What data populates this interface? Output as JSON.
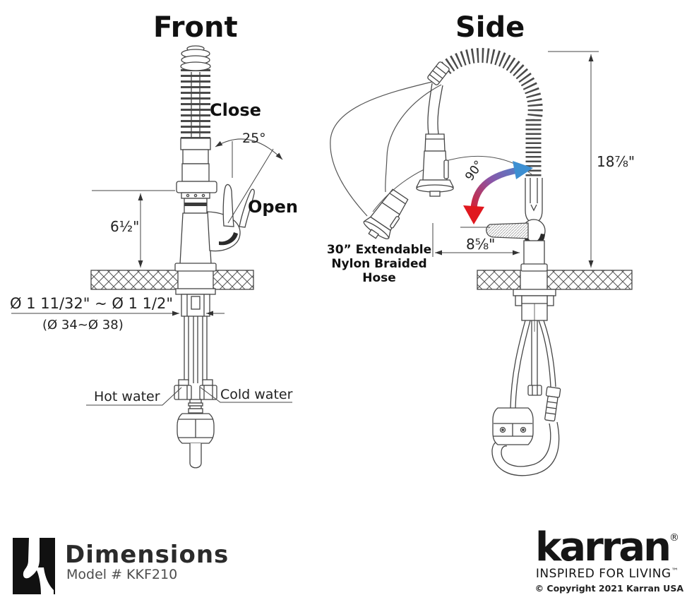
{
  "front_view": {
    "title": "Front",
    "labels": {
      "close": "Close",
      "open": "Open",
      "angle": "25°",
      "height": "6½\"",
      "hole_diameter_in": "Ø 1 11/32\" ~ Ø 1 1/2\"",
      "hole_diameter_mm": "(Ø 34~Ø 38)",
      "hot": "Hot water",
      "cold": "Cold water"
    }
  },
  "side_view": {
    "title": "Side",
    "labels": {
      "height": "18⅞\"",
      "reach": "8⅝\"",
      "swing_angle": "90°",
      "hose_line1": "30” Extendable",
      "hose_line2": "Nylon Braided",
      "hose_line3": "Hose"
    }
  },
  "footer": {
    "heading": "Dimensions",
    "model": "Model # KKF210",
    "brand": "karran",
    "registered": "®",
    "tagline": "INSPIRED FOR LIVING",
    "trademark": "™",
    "copyright": "© Copyright 2021 Karran USA"
  },
  "colors": {
    "line": "#454545",
    "swing_arrow_blue": "#3d8fd2",
    "swing_arrow_red": "#e0181f",
    "logo_black": "#111111"
  }
}
